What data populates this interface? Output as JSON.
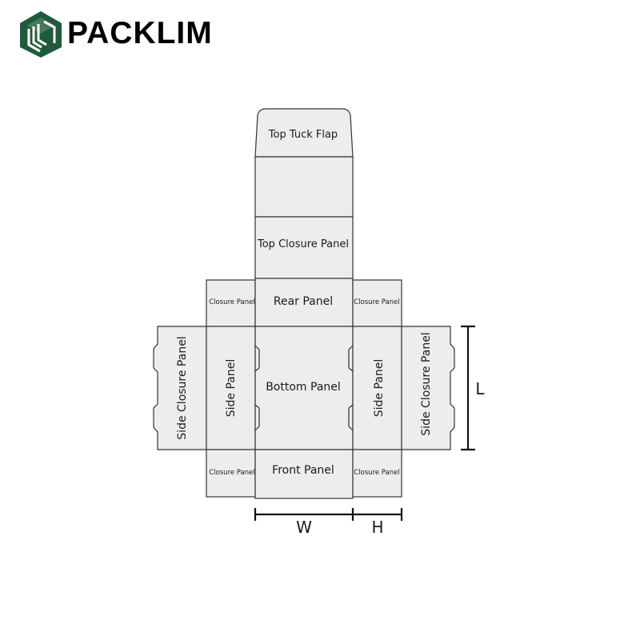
{
  "brand": {
    "name": "PACKLIM",
    "logo_icon": "hexagon-cube-icon",
    "logo_color": "#1f5a3a"
  },
  "colors": {
    "panel_fill": "#ededed",
    "panel_stroke": "#333333",
    "text": "#1a1a1a"
  },
  "panels": {
    "top_tuck_flap": "Top Tuck Flap",
    "top_closure_panel": "Top Closure Panel",
    "rear_panel": "Rear Panel",
    "bottom_panel": "Bottom Panel",
    "front_panel": "Front Panel",
    "side_panel_left": "Side Panel",
    "side_panel_right": "Side Panel",
    "side_closure_panel_left": "Side Closure Panel",
    "side_closure_panel_right": "Side Closure Panel",
    "closure_panel_top_left": "Closure Panel",
    "closure_panel_top_right": "Closure Panel",
    "closure_panel_bottom_left": "Closure Panel",
    "closure_panel_bottom_right": "Closure Panel"
  },
  "dimensions": {
    "width": "W",
    "height": "H",
    "length": "L"
  }
}
